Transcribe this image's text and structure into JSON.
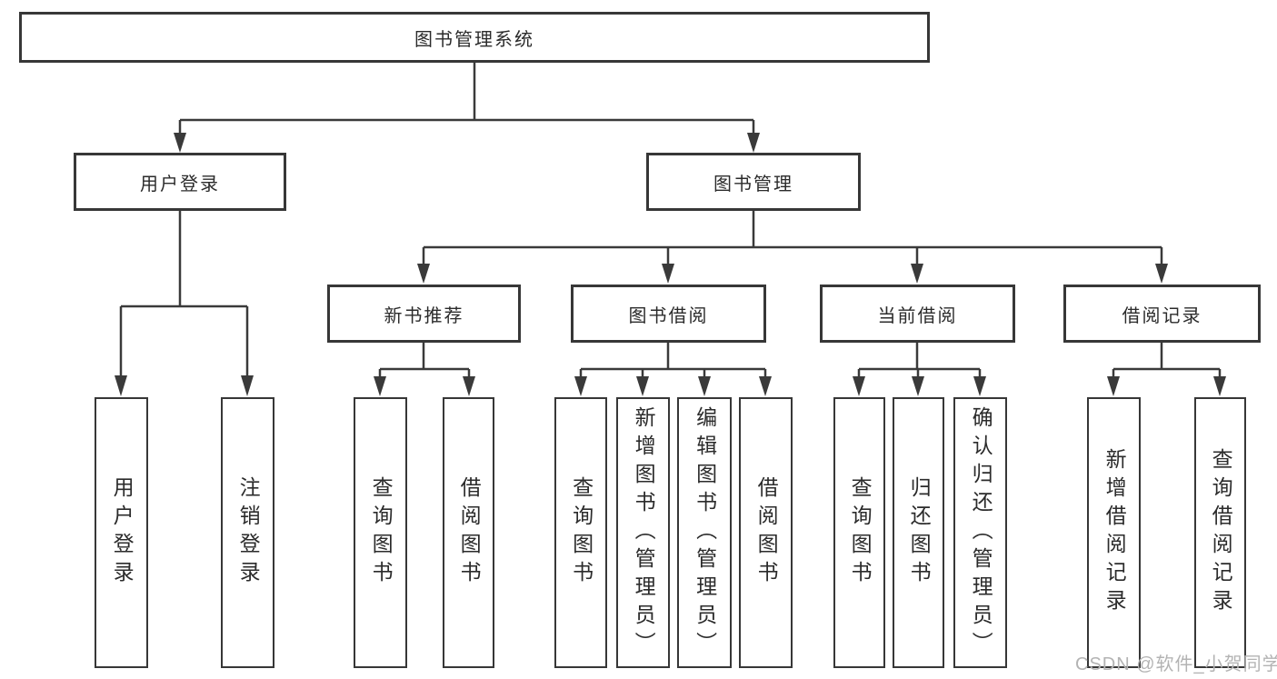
{
  "nodes": {
    "root": "图书管理系统",
    "user_login": "用户登录",
    "book_management": "图书管理",
    "new_book_recommend": "新书推荐",
    "book_borrow": "图书借阅",
    "current_borrow": "当前借阅",
    "borrow_records": "借阅记录"
  },
  "leaves": {
    "user_login": [
      "用户登录",
      "注销登录"
    ],
    "new_book_recommend": [
      "查询图书",
      "借阅图书"
    ],
    "book_borrow": [
      "查询图书",
      "新增图书（管理员）",
      "编辑图书（管理员）",
      "借阅图书"
    ],
    "current_borrow": [
      "查询图书",
      "归还图书",
      "确认归还（管理员）"
    ],
    "borrow_records": [
      "新增借阅记录",
      "查询借阅记录"
    ]
  },
  "watermark": {
    "text": "CSDN @软件_小贺同学"
  },
  "colors": {
    "line": "#3a3a3a",
    "box_border": "#373737",
    "text": "#2b2b2b",
    "background": "#ffffff",
    "watermark": "#b3b3b3"
  }
}
